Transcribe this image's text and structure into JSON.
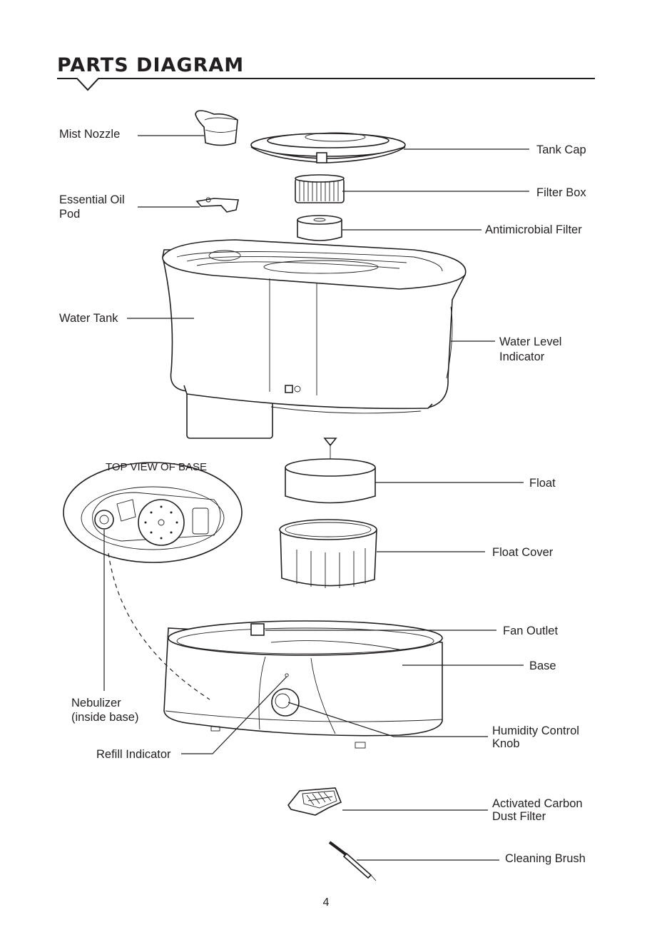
{
  "title": "PARTS DIAGRAM",
  "inset_title": "TOP VIEW OF BASE",
  "labels": {
    "mist_nozzle": "Mist Nozzle",
    "essential_oil_pod_1": "Essential Oil",
    "essential_oil_pod_2": "Pod",
    "water_tank": "Water Tank",
    "tank_cap": "Tank Cap",
    "filter_box": "Filter Box",
    "antimicrobial_filter": "Antimicrobial Filter",
    "water_level_indicator_1": "Water Level",
    "water_level_indicator_2": "Indicator",
    "float": "Float",
    "float_cover": "Float Cover",
    "fan_outlet": "Fan Outlet",
    "base": "Base",
    "nebulizer_1": "Nebulizer",
    "nebulizer_2": "(inside base)",
    "humidity_control_knob_1": "Humidity Control",
    "humidity_control_knob_2": "Knob",
    "refill_indicator": "Refill Indicator",
    "activated_carbon_dust_filter_1": "Activated Carbon",
    "activated_carbon_dust_filter_2": "Dust Filter",
    "cleaning_brush": "Cleaning Brush"
  },
  "page_number": "4"
}
